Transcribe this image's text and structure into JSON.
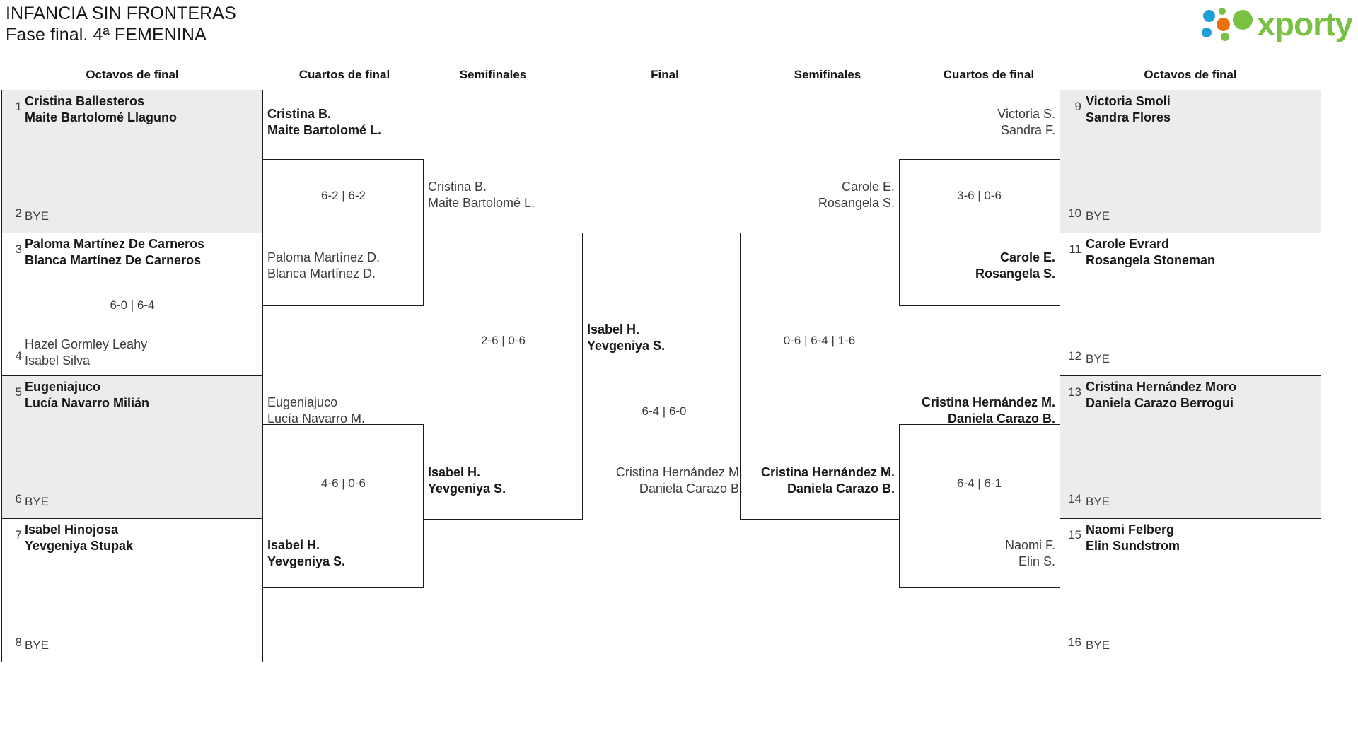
{
  "header": {
    "line1": "INFANCIA SIN FRONTERAS",
    "line2": "Fase final. 4ª FEMENINA",
    "logo_text": "xporty",
    "logo_colors": {
      "green": "#7ac143",
      "orange": "#e8710a",
      "blue": "#1f9fd8"
    }
  },
  "round_titles": {
    "left_r16": "Octavos de final",
    "left_qf": "Cuartos de final",
    "left_sf": "Semifinales",
    "final": "Final",
    "right_sf": "Semifinales",
    "right_qf": "Cuartos de final",
    "right_r16": "Octavos de final"
  },
  "bracket_data": {
    "type": "tournament-bracket",
    "size": 16,
    "title": "INFANCIA SIN FRONTERAS — Fase final. 4ª FEMENINA",
    "champion": [
      "Isabel H.",
      "Yevgeniya S."
    ],
    "left_seeds": [
      {
        "num": "1",
        "p1": "Cristina Ballesteros",
        "p2": "Maite Bartolomé Llaguno",
        "winner": true,
        "shaded": true
      },
      {
        "num": "2",
        "bye": "BYE",
        "shaded": true
      },
      {
        "num": "3",
        "p1": "Paloma Martínez De Carneros",
        "p2": "Blanca Martínez De Carneros",
        "winner": true,
        "shaded": false
      },
      {
        "num": "4",
        "p1": "Hazel Gormley Leahy",
        "p2": "Isabel Silva",
        "winner": false,
        "shaded": false
      },
      {
        "num": "5",
        "p1": "Eugeniajuco",
        "p2": "Lucía Navarro Milián",
        "winner": true,
        "shaded": true
      },
      {
        "num": "6",
        "bye": "BYE",
        "shaded": true
      },
      {
        "num": "7",
        "p1": "Isabel Hinojosa",
        "p2": "Yevgeniya Stupak",
        "winner": true,
        "shaded": false
      },
      {
        "num": "8",
        "bye": "BYE",
        "shaded": false
      }
    ],
    "right_seeds": [
      {
        "num": "9",
        "p1": "Victoria Smoli",
        "p2": "Sandra Flores",
        "winner": true,
        "shaded": true
      },
      {
        "num": "10",
        "bye": "BYE",
        "shaded": true
      },
      {
        "num": "11",
        "p1": "Carole Evrard",
        "p2": "Rosangela Stoneman",
        "winner": true,
        "shaded": false
      },
      {
        "num": "12",
        "bye": "BYE",
        "shaded": false
      },
      {
        "num": "13",
        "p1": "Cristina Hernández Moro",
        "p2": "Daniela Carazo Berrogui",
        "winner": true,
        "shaded": true
      },
      {
        "num": "14",
        "bye": "BYE",
        "shaded": true
      },
      {
        "num": "15",
        "p1": "Naomi Felberg",
        "p2": "Elin Sundstrom",
        "winner": true,
        "shaded": false
      },
      {
        "num": "16",
        "bye": "BYE",
        "shaded": false
      }
    ],
    "left_r16_scores": [
      "6-0 | 6-4"
    ],
    "left_qf": [
      {
        "p1": "Cristina B.",
        "p2": "Maite Bartolomé L.",
        "winner": true
      },
      {
        "p1": "Paloma Martínez D.",
        "p2": "Blanca Martínez D.",
        "winner": false
      },
      {
        "p1": "Eugeniajuco",
        "p2": "Lucía Navarro M.",
        "winner": false
      },
      {
        "p1": "Isabel H.",
        "p2": "Yevgeniya S.",
        "winner": true
      }
    ],
    "left_qf_scores": [
      "6-2 | 6-2",
      "4-6 | 0-6"
    ],
    "left_sf": [
      {
        "p1": "Cristina B.",
        "p2": "Maite Bartolomé L.",
        "winner": false
      },
      {
        "p1": "Isabel H.",
        "p2": "Yevgeniya S.",
        "winner": true
      }
    ],
    "left_sf_scores": [
      "2-6 | 0-6"
    ],
    "final": {
      "left_entrant": {
        "p1": "Isabel H.",
        "p2": "Yevgeniya S.",
        "winner": true
      },
      "right_entrant": {
        "p1": "Cristina Hernández M.",
        "p2": "Daniela Carazo B.",
        "winner": false
      },
      "score": "6-4 | 6-0"
    },
    "right_sf": [
      {
        "p1": "Carole E.",
        "p2": "Rosangela S.",
        "winner": false
      },
      {
        "p1": "Cristina Hernández M.",
        "p2": "Daniela Carazo B.",
        "winner": true
      }
    ],
    "right_sf_scores": [
      "0-6 | 6-4 | 1-6"
    ],
    "right_qf": [
      {
        "p1": "Victoria S.",
        "p2": "Sandra F.",
        "winner": false
      },
      {
        "p1": "Carole E.",
        "p2": "Rosangela S.",
        "winner": true
      },
      {
        "p1": "Cristina Hernández M.",
        "p2": "Daniela Carazo B.",
        "winner": true
      },
      {
        "p1": "Naomi F.",
        "p2": "Elin S.",
        "winner": false
      }
    ],
    "right_qf_scores": [
      "3-6 | 0-6",
      "6-4 | 6-1"
    ]
  }
}
